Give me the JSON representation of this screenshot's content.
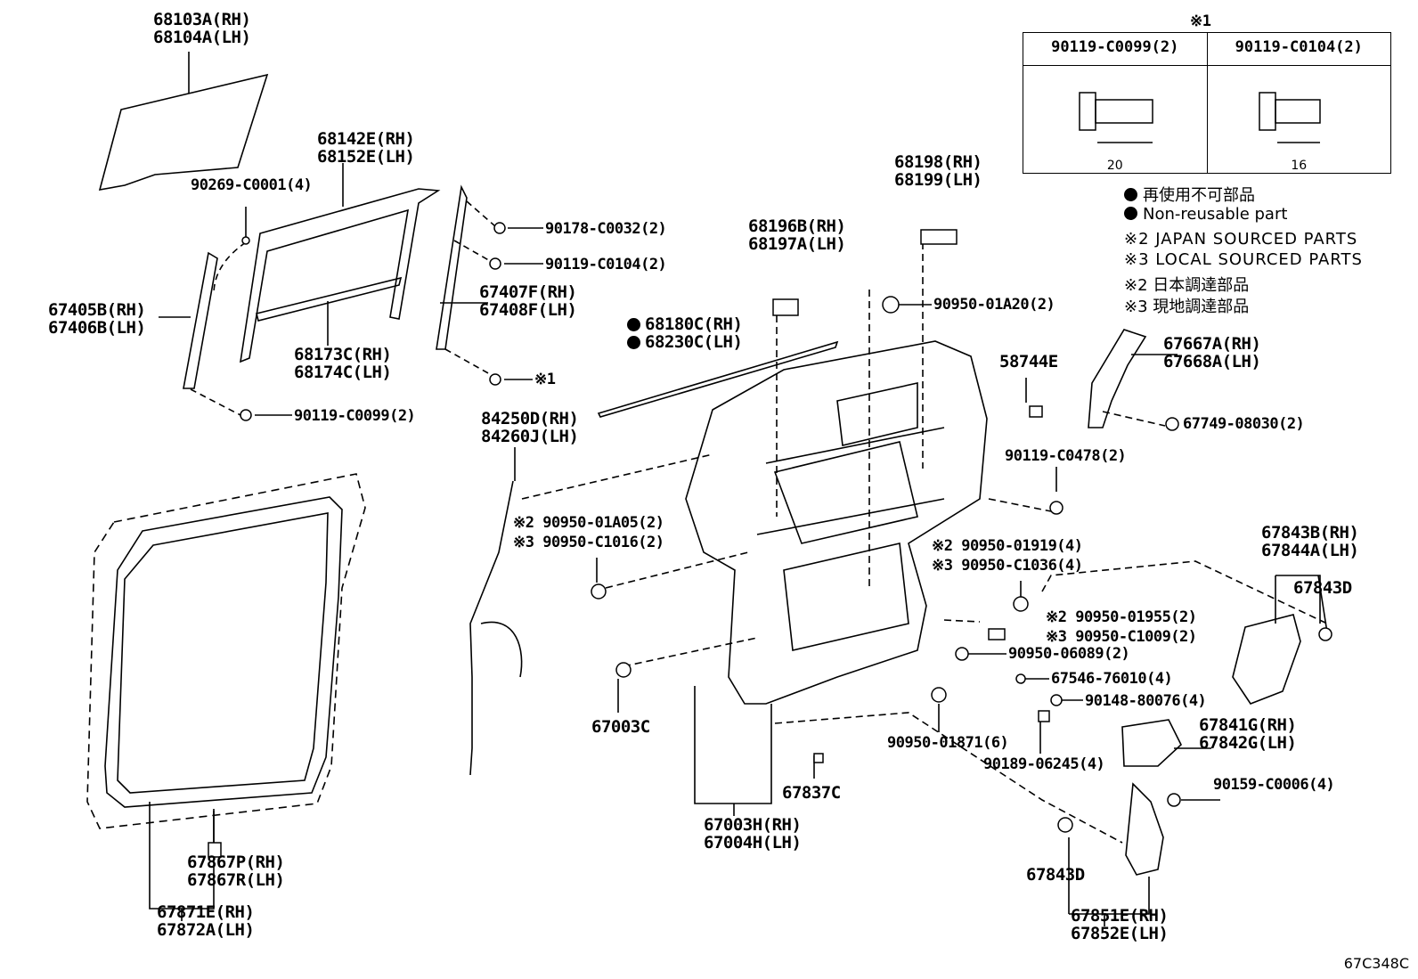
{
  "figure_code": "67C348C",
  "spec_table": {
    "title": "※1",
    "columns": [
      {
        "header": "90119-C0099(2)",
        "length": "20"
      },
      {
        "header": "90119-C0104(2)",
        "length": "16"
      }
    ]
  },
  "legend": {
    "non_reusable_jp": "再使用不可部品",
    "non_reusable_en": "Non-reusable part",
    "note2_en": "※2 JAPAN SOURCED PARTS",
    "note3_en": "※3 LOCAL SOURCED PARTS",
    "note2_jp": "※2 日本調達部品",
    "note3_jp": "※3 現地調達部品"
  },
  "labels": {
    "glass": "68103A(RH)\n68104A(LH)",
    "frame": "68142E(RH)\n68152E(LH)",
    "clip_90269": "90269-C0001(4)",
    "nut_90178": "90178-C0032(2)",
    "bolt_90119_c0104": "90119-C0104(2)",
    "channel_rear": "67407F(RH)\n67408F(LH)",
    "channel_front": "67405B(RH)\n67406B(LH)",
    "run_68173": "68173C(RH)\n68174C(LH)",
    "ref1": "※1",
    "bolt_90119_c0099": "90119-C0099(2)",
    "hinge_68198": "68198(RH)\n68199(LH)",
    "bracket_68196": "68196B(RH)\n68197A(LH)",
    "plug_90950_01a20": "90950-01A20(2)",
    "weatherstrip_68180": "68180C(RH)\n68230C(LH)",
    "pad_58744": "58744E",
    "cover_67667": "67667A(RH)\n67668A(LH)",
    "clip_67749": "67749-08030(2)",
    "harness_84250": "84250D(RH)\n84260J(LH)",
    "bolt_90119_c0478": "90119-C0478(2)",
    "plug_01a05": "※2 90950-01A05(2)\n※3 90950-C1016(2)",
    "plug_01919": "※2 90950-01919(4)\n※3 90950-C1036(4)",
    "cover_67843b": "67843B(RH)\n67844A(LH)",
    "clip_67843d_a": "67843D",
    "plug_01955": "※2 90950-01955(2)\n※3 90950-C1009(2)",
    "plug_06089": "90950-06089(2)",
    "plug_67003c": "67003C",
    "washer_67546": "67546-76010(4)",
    "screw_90148": "90148-80076(4)",
    "cover_67841": "67841G(RH)\n67842G(LH)",
    "plug_01871": "90950-01871(6)",
    "clip_90189": "90189-06245(4)",
    "screw_90159": "90159-C0006(4)",
    "clip_67837": "67837C",
    "panel_67003h": "67003H(RH)\n67004H(LH)",
    "clip_67843d_b": "67843D",
    "clip_67867": "67867P(RH)\n67867R(LH)",
    "weatherstrip_67871": "67871E(RH)\n67872A(LH)",
    "cover_67851": "67851E(RH)\n67852E(LH)"
  }
}
